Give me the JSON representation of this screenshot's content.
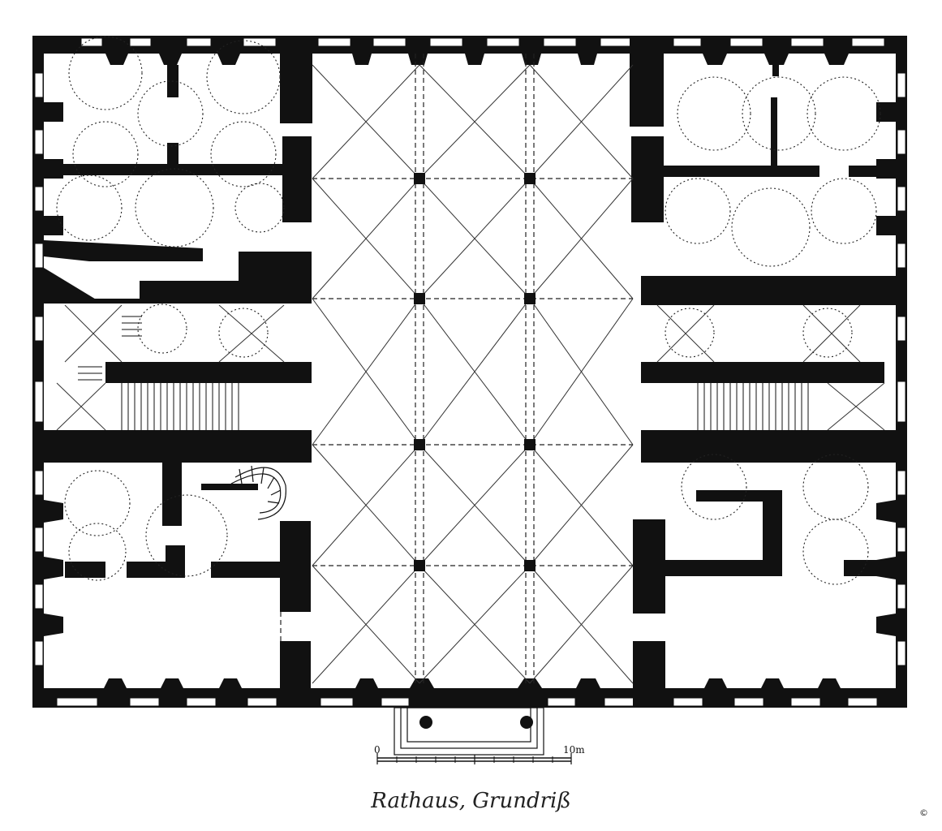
{
  "figure": {
    "caption": "Rathaus, Grundriß",
    "copyright": "©",
    "scale_bar": {
      "start_label": "0",
      "end_label": "10m"
    }
  }
}
